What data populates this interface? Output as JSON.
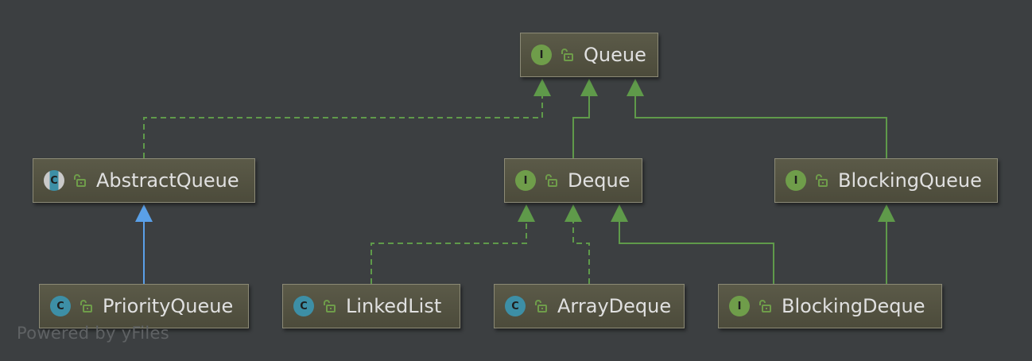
{
  "nodes": [
    {
      "id": "queue",
      "label": "Queue",
      "kind": "interface",
      "badge": "I"
    },
    {
      "id": "abstract-queue",
      "label": "AbstractQueue",
      "kind": "abstract-class",
      "badge": "C"
    },
    {
      "id": "deque",
      "label": "Deque",
      "kind": "interface",
      "badge": "I"
    },
    {
      "id": "blocking-queue",
      "label": "BlockingQueue",
      "kind": "interface",
      "badge": "I"
    },
    {
      "id": "priority-queue",
      "label": "PriorityQueue",
      "kind": "class",
      "badge": "C"
    },
    {
      "id": "linked-list",
      "label": "LinkedList",
      "kind": "class",
      "badge": "C"
    },
    {
      "id": "array-deque",
      "label": "ArrayDeque",
      "kind": "class",
      "badge": "C"
    },
    {
      "id": "blocking-deque",
      "label": "BlockingDeque",
      "kind": "interface",
      "badge": "I"
    }
  ],
  "edges": [
    {
      "from": "abstract-queue",
      "to": "queue",
      "relation": "implements"
    },
    {
      "from": "deque",
      "to": "queue",
      "relation": "extends"
    },
    {
      "from": "blocking-queue",
      "to": "queue",
      "relation": "extends"
    },
    {
      "from": "priority-queue",
      "to": "abstract-queue",
      "relation": "class-extends"
    },
    {
      "from": "linked-list",
      "to": "deque",
      "relation": "implements"
    },
    {
      "from": "array-deque",
      "to": "deque",
      "relation": "implements"
    },
    {
      "from": "blocking-deque",
      "to": "deque",
      "relation": "extends"
    },
    {
      "from": "blocking-deque",
      "to": "blocking-queue",
      "relation": "extends"
    }
  ],
  "colors": {
    "background": "#3c3f41",
    "interface_edge": "#5f9a4a",
    "class_edge": "#5aa0e8",
    "interface_badge": "#6f9d4a",
    "class_badge": "#3d8fa6",
    "lock": "#6f9d4a"
  },
  "icons": {
    "interface": "interface-icon",
    "class": "class-icon",
    "abstract-class": "abstract-class-icon",
    "visibility": "unlocked-icon"
  },
  "watermark": "Powered by yFiles"
}
